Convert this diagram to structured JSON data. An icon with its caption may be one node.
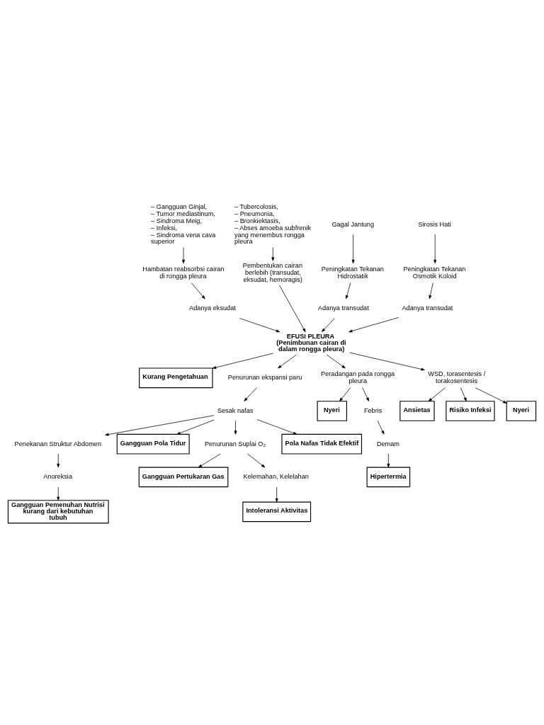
{
  "diagram": {
    "nodes": [
      {
        "text": [
          "– Gangguan Ginjal,",
          "– Tumor mediastinum,",
          "– Sindroma Meig,",
          "– Infeksi,",
          "– Sindroma vena cava superior"
        ]
      },
      {
        "text": [
          "Hambatan reabsorbsi cairan di rongga pleura"
        ]
      },
      {
        "text": [
          "Adanya eksudat"
        ]
      },
      {
        "text": [
          "– Tubercolosis,",
          "– Pneumonia,",
          "– Bronkiektasis,",
          "– Abses amoeba subfrenik yang menembus rongga pleura"
        ]
      },
      {
        "text": [
          "Pembentukan cairan berlebih (transudat, eksudat, hemoragis)"
        ]
      },
      {
        "text": [
          "Gagal Jantung"
        ]
      },
      {
        "text": [
          "Peningkatan Tekanan Hidrostatik"
        ]
      },
      {
        "text": [
          "Adanya transudat"
        ]
      },
      {
        "text": [
          "Sirosis Hati"
        ]
      },
      {
        "text": [
          "Peningkatan Tekanan Osmotik Koloid"
        ]
      },
      {
        "text": [
          "Adanya transudat"
        ]
      },
      {
        "text": [
          "EFUSI PLEURA",
          "(Penimbunan cairan di dalam rongga pleura)"
        ]
      },
      {
        "text": [
          "Kurang Pengetahuan"
        ]
      },
      {
        "text": [
          "Penurunan ekspansi paru"
        ]
      },
      {
        "text": [
          "Peradangan pada rongga pleura"
        ]
      },
      {
        "text": [
          "Sesak nafas"
        ]
      },
      {
        "text": [
          "Nyeri"
        ]
      },
      {
        "text": [
          "Febris"
        ]
      },
      {
        "text": [
          "Penekanan Struktur Abdomen"
        ]
      },
      {
        "text": [
          "Gangguan Pola Tidur"
        ]
      },
      {
        "text": [
          "Penurunan Suplai O₂"
        ]
      },
      {
        "text": [
          "Pola Nafas Tidak Efektif"
        ]
      },
      {
        "text": [
          "Demam"
        ]
      },
      {
        "text": [
          "Anoreksia"
        ]
      },
      {
        "text": [
          "Gangguan Pertukaran Gas"
        ]
      },
      {
        "text": [
          "Kelemahan, Kelelahan"
        ]
      },
      {
        "text": [
          "Hipertermia"
        ]
      },
      {
        "text": [
          "Gangguan Pemenuhan Nutrisi kurang dari kebutuhan tubuh"
        ]
      },
      {
        "text": [
          "Intoleransi Aktivitas"
        ]
      },
      {
        "text": [
          "WSD, torasentesis / torakosentesis"
        ]
      },
      {
        "text": [
          "Ansietas"
        ]
      },
      {
        "text": [
          "Risiko Infeksi"
        ]
      },
      {
        "text": [
          "Nyeri"
        ]
      }
    ],
    "edges": [
      {
        "from": 0,
        "to": 1,
        "arrow": "to"
      },
      {
        "from": 1,
        "to": 2,
        "arrow": "to"
      },
      {
        "from": 3,
        "to": 4,
        "arrow": "to"
      },
      {
        "from": 5,
        "to": 6,
        "arrow": "to"
      },
      {
        "from": 6,
        "to": 7,
        "arrow": "to"
      },
      {
        "from": 8,
        "to": 9,
        "arrow": "to"
      },
      {
        "from": 9,
        "to": 10,
        "arrow": "to"
      },
      {
        "from": 2,
        "to": 11,
        "arrow": "to"
      },
      {
        "from": 4,
        "to": 11,
        "arrow": "to"
      },
      {
        "from": 7,
        "to": 11,
        "arrow": "to"
      },
      {
        "from": 10,
        "to": 11,
        "arrow": "to"
      },
      {
        "from": 11,
        "to": 12,
        "arrow": "to"
      },
      {
        "from": 11,
        "to": 13,
        "arrow": "to"
      },
      {
        "from": 11,
        "to": 14,
        "arrow": "to"
      },
      {
        "from": 13,
        "to": 15,
        "arrow": "to"
      },
      {
        "from": 14,
        "to": 16,
        "arrow": "to"
      },
      {
        "from": 14,
        "to": 17,
        "arrow": "to"
      },
      {
        "from": 15,
        "to": 18,
        "arrow": "to"
      },
      {
        "from": 15,
        "to": 19,
        "arrow": "to"
      },
      {
        "from": 15,
        "to": 20,
        "arrow": "to"
      },
      {
        "from": 15,
        "to": 21,
        "arrow": "to"
      },
      {
        "from": 17,
        "to": 22,
        "arrow": "to"
      },
      {
        "from": 22,
        "to": 26,
        "arrow": "to"
      },
      {
        "from": 18,
        "to": 23,
        "arrow": "to"
      },
      {
        "from": 23,
        "to": 27,
        "arrow": "to"
      },
      {
        "from": 20,
        "to": 24,
        "arrow": "to"
      },
      {
        "from": 20,
        "to": 25,
        "arrow": "to"
      },
      {
        "from": 25,
        "to": 28,
        "arrow": "to"
      },
      {
        "from": 11,
        "to": 29,
        "arrow": "to"
      },
      {
        "from": 29,
        "to": 30,
        "arrow": "to"
      },
      {
        "from": 29,
        "to": 31,
        "arrow": "to"
      },
      {
        "from": 29,
        "to": 32,
        "arrow": "to"
      }
    ]
  }
}
